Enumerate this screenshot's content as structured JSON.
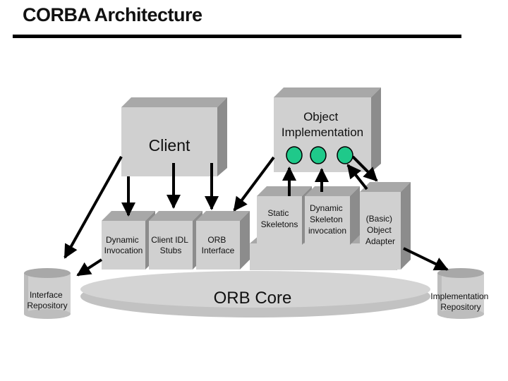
{
  "title": "CORBA Architecture",
  "components": {
    "client": "Client",
    "object_implementation": [
      "Object",
      "Implementation"
    ],
    "dynamic_invocation": [
      "Dynamic",
      "Invocation"
    ],
    "client_idl_stubs": [
      "Client IDL",
      "Stubs"
    ],
    "orb_interface": [
      "ORB",
      "Interface"
    ],
    "static_skeletons": [
      "Static",
      "Skeletons"
    ],
    "dynamic_skeleton": [
      "Dynamic",
      "Skeleton",
      "invocation"
    ],
    "object_adapter": [
      "(Basic)",
      "Object",
      "Adapter"
    ],
    "orb_core": "ORB Core",
    "interface_repository": [
      "Interface",
      "Repository"
    ],
    "implementation_repository": [
      "Implementation",
      "Repository"
    ]
  },
  "colors": {
    "box_front": "#d0d0d0",
    "box_top": "#a8a8a8",
    "box_side": "#8c8c8c",
    "accent_green": "#1fc98a",
    "arrow": "#000000"
  }
}
